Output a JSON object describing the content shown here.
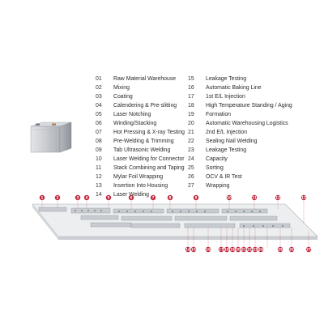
{
  "legend": {
    "left": [
      {
        "num": "01",
        "label": "Raw Material Warehouse"
      },
      {
        "num": "02",
        "label": "Mixing"
      },
      {
        "num": "03",
        "label": "Coating"
      },
      {
        "num": "04",
        "label": "Calendering & Pre-slitting"
      },
      {
        "num": "05",
        "label": "Laser Notching"
      },
      {
        "num": "06",
        "label": "Winding/Stacking"
      },
      {
        "num": "07",
        "label": "Hot Pressing & X-ray Testing"
      },
      {
        "num": "08",
        "label": "Pre-Welding & Trimming"
      },
      {
        "num": "09",
        "label": "Tab Ultrasonic Welding"
      },
      {
        "num": "10",
        "label": "Laser Welding for Connector"
      },
      {
        "num": "11",
        "label": "Stack Combining and Taping"
      },
      {
        "num": "12",
        "label": "Mylar Foil Wrapping"
      },
      {
        "num": "13",
        "label": "Insertion Into Housing"
      },
      {
        "num": "14",
        "label": "Laser Welding"
      }
    ],
    "right": [
      {
        "num": "15",
        "label": "Leakage Testing"
      },
      {
        "num": "16",
        "label": "Automatic Baking Line"
      },
      {
        "num": "17",
        "label": "1st E/L Injection"
      },
      {
        "num": "18",
        "label": "High Temperature Standing / Aging"
      },
      {
        "num": "19",
        "label": "Formation"
      },
      {
        "num": "20",
        "label": "Automatic Warehousing Logistics"
      },
      {
        "num": "21",
        "label": "2nd E/L Injection"
      },
      {
        "num": "22",
        "label": "Sealing Nail Welding"
      },
      {
        "num": "23",
        "label": "Leakage Testing"
      },
      {
        "num": "24",
        "label": "Capacity"
      },
      {
        "num": "25",
        "label": "Sorting"
      },
      {
        "num": "26",
        "label": "OCV & IR Test"
      },
      {
        "num": "27",
        "label": "Wrapping"
      }
    ]
  },
  "diagram": {
    "accent_color": "#c0263a",
    "top_markers": [
      "1",
      "2",
      "3",
      "4",
      "5",
      "6",
      "7",
      "8",
      "9",
      "10",
      "11",
      "12",
      "13"
    ],
    "bottom_markers": [
      "14",
      "15",
      "16",
      "17",
      "18",
      "19",
      "20",
      "21",
      "22",
      "23",
      "24",
      "25",
      "26",
      "27"
    ]
  },
  "icons": {
    "battery": "prismatic-battery-cell-icon"
  }
}
